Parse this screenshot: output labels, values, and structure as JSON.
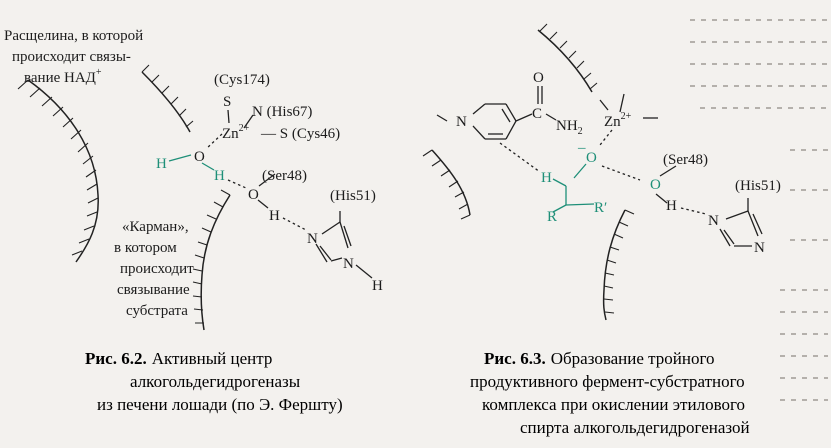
{
  "fig62": {
    "cleft_label": [
      "Расщелина, в которой",
      "происходит связы-",
      "вание НАД"
    ],
    "cleft_sup": "+",
    "cys174": "(Cys174)",
    "his67": "N (His67)",
    "cys46": "— S (Cys46)",
    "zn": "Zn",
    "zn_charge": "2+",
    "ser48": "(Ser48)",
    "his51": "(His51)",
    "s": "S",
    "o": "O",
    "h": "H",
    "n": "N",
    "pocket_label": [
      "«Карман»,",
      "в котором",
      "происходит",
      "связывание",
      "субстрата"
    ],
    "caption_bold": "Рис. 6.2.",
    "caption": [
      "Активный центр",
      "алкогольдегидрогеназы",
      "из печени лошади (по Э. Фершту)"
    ]
  },
  "fig63": {
    "nh2": "NH",
    "nh2_sub": "2",
    "o_top": "O",
    "c": "C",
    "n": "N",
    "zn": "Zn",
    "zn_charge": "2+",
    "o_minus": "O",
    "minus": "–",
    "h": "H",
    "r": "R",
    "r_prime": "R′",
    "o": "O",
    "ser48": "(Ser48)",
    "his51": "(His51)",
    "caption_bold": "Рис. 6.3.",
    "caption": [
      "Образование тройного",
      "продуктивного фермент-субстратного",
      "комплекса при окислении этилового",
      "спирта алкогольдегидрогеназой"
    ]
  },
  "colors": {
    "ink": "#1c1c1c",
    "substrate": "#1e8f78",
    "paper": "#f3f1ee"
  }
}
